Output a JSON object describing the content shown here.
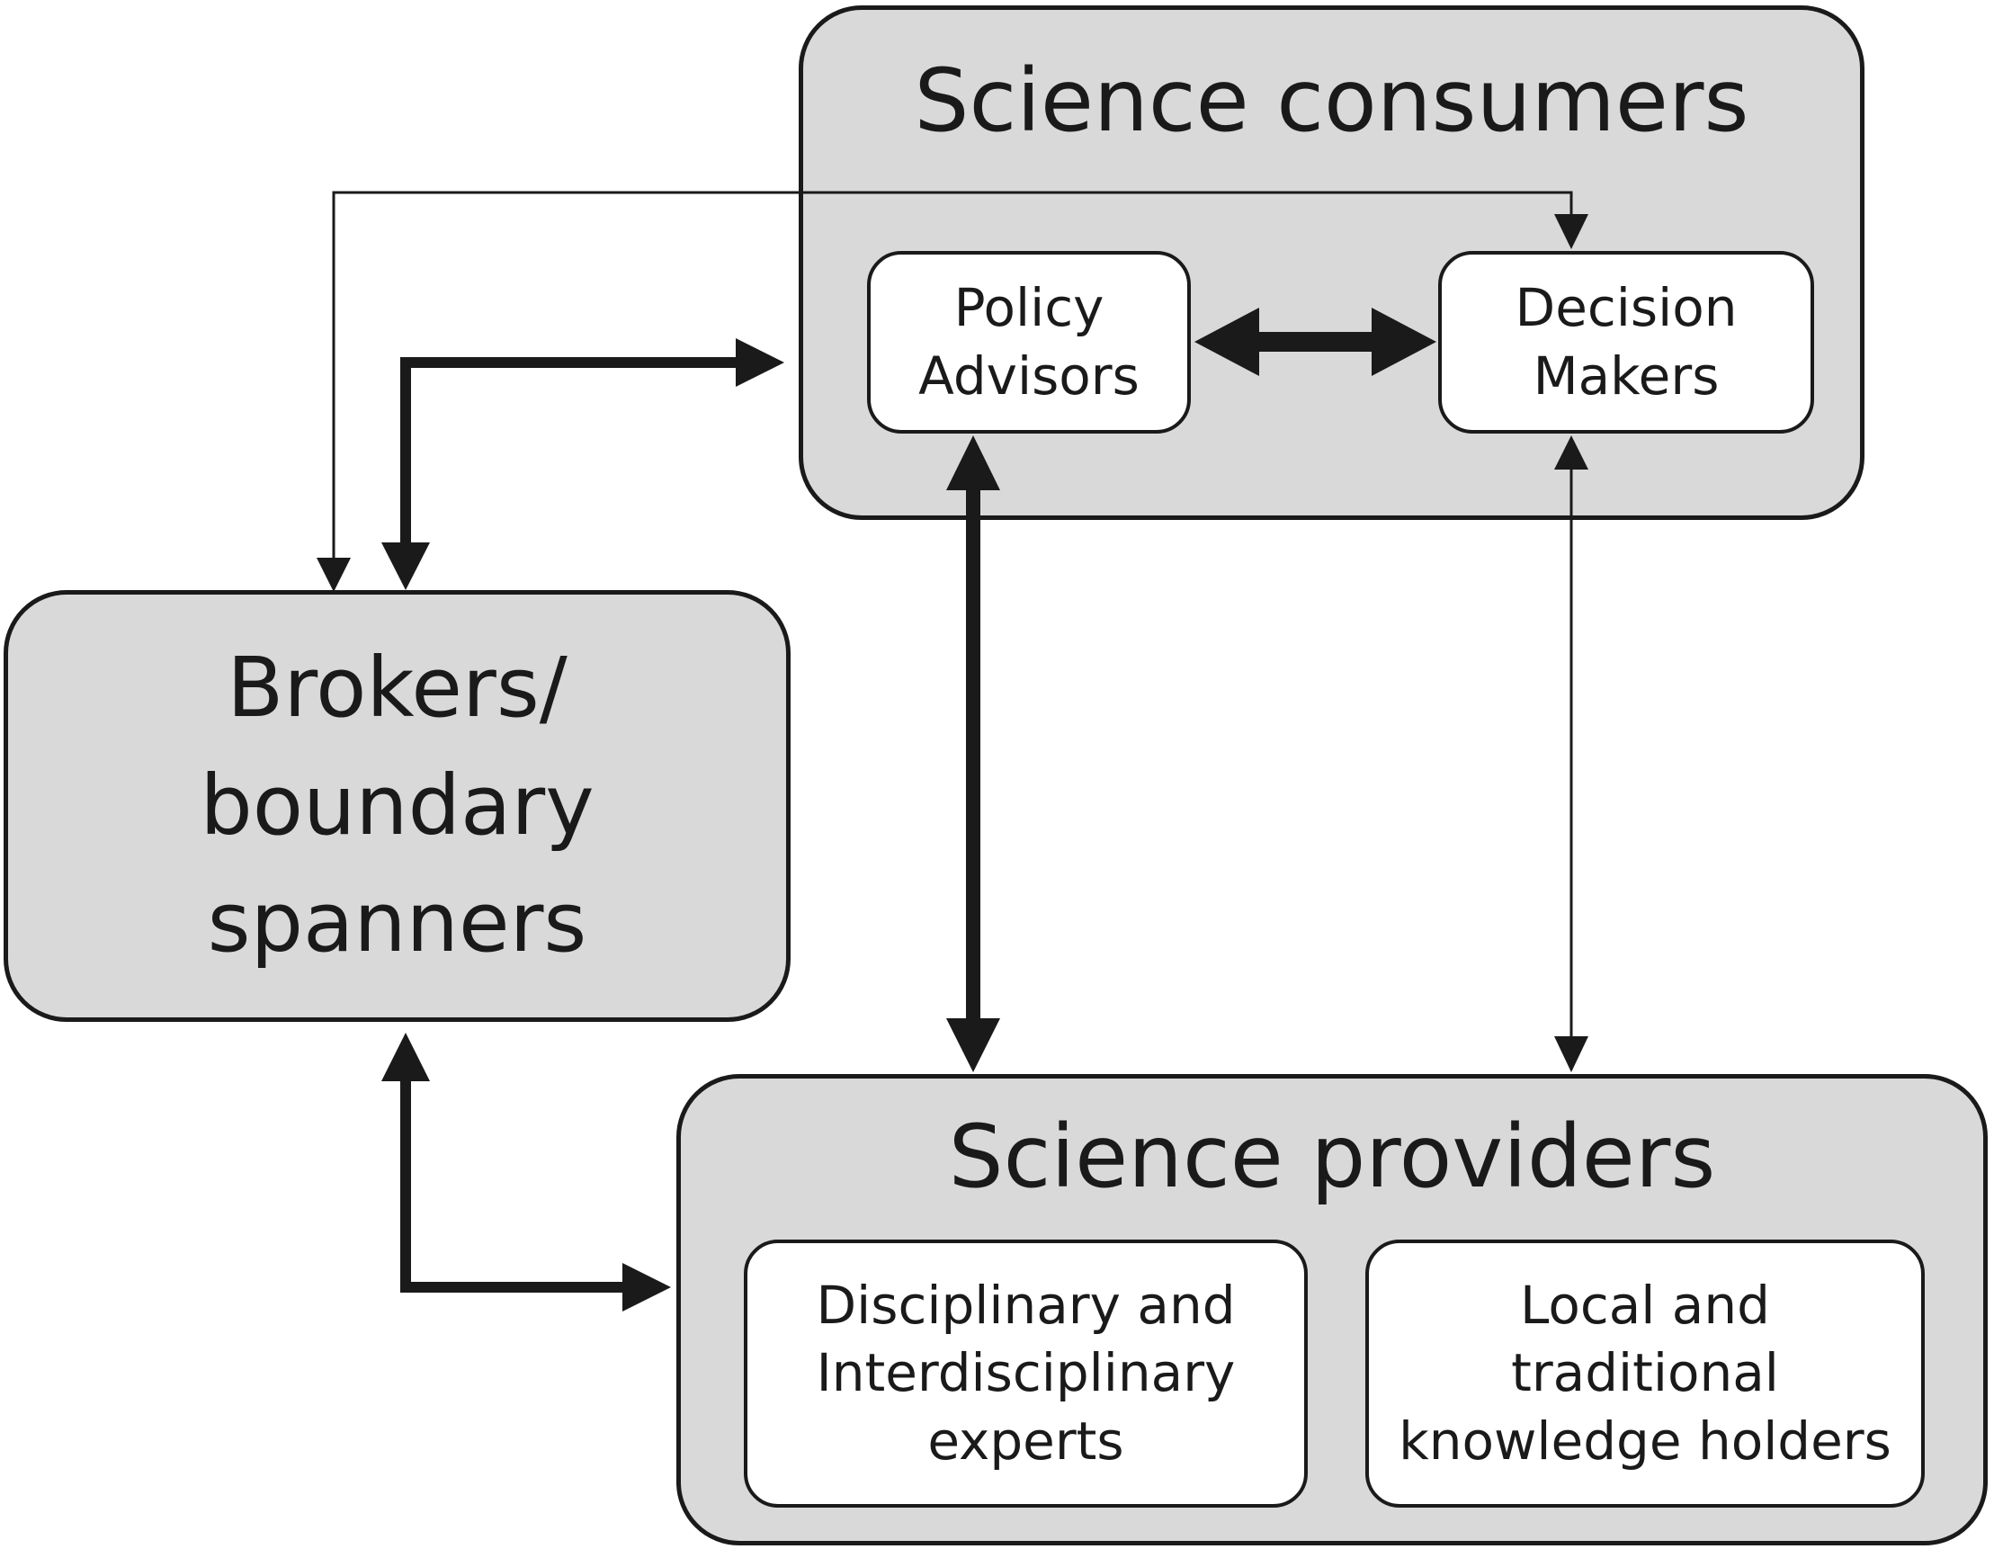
{
  "science_consumers": {
    "title": "Science consumers",
    "policy_advisors": {
      "line1": "Policy",
      "line2": "Advisors"
    },
    "decision_makers": {
      "line1": "Decision",
      "line2": "Makers"
    }
  },
  "brokers": {
    "line1": "Brokers/",
    "line2": "boundary",
    "line3": "spanners"
  },
  "science_providers": {
    "title": "Science providers",
    "disciplinary": {
      "line1": "Disciplinary and",
      "line2": "Interdisciplinary",
      "line3": "experts"
    },
    "local": {
      "line1": "Local and",
      "line2": "traditional",
      "line3": "knowledge holders"
    }
  },
  "colors": {
    "group_fill": "#d9d9d9",
    "box_fill": "#ffffff",
    "stroke": "#1a1a1a"
  }
}
